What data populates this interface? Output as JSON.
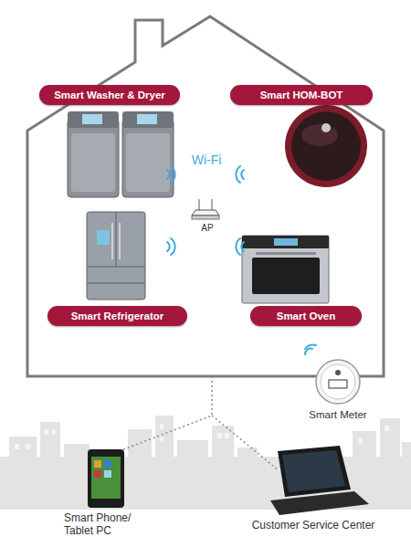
{
  "diagram": {
    "nodes": [
      {
        "text": [
          "Smart Washer & Dryer"
        ]
      },
      {
        "text": [
          "Smart HOM-BOT"
        ]
      },
      {
        "text": [
          "Smart Refrigerator"
        ]
      },
      {
        "text": [
          "Smart Oven"
        ]
      },
      {
        "text": [
          "Smart Meter"
        ]
      }
    ],
    "labels": [
      "Wi-Fi",
      "AP",
      "Smart Phone/ Tablet PC",
      "Customer Service Center"
    ]
  }
}
